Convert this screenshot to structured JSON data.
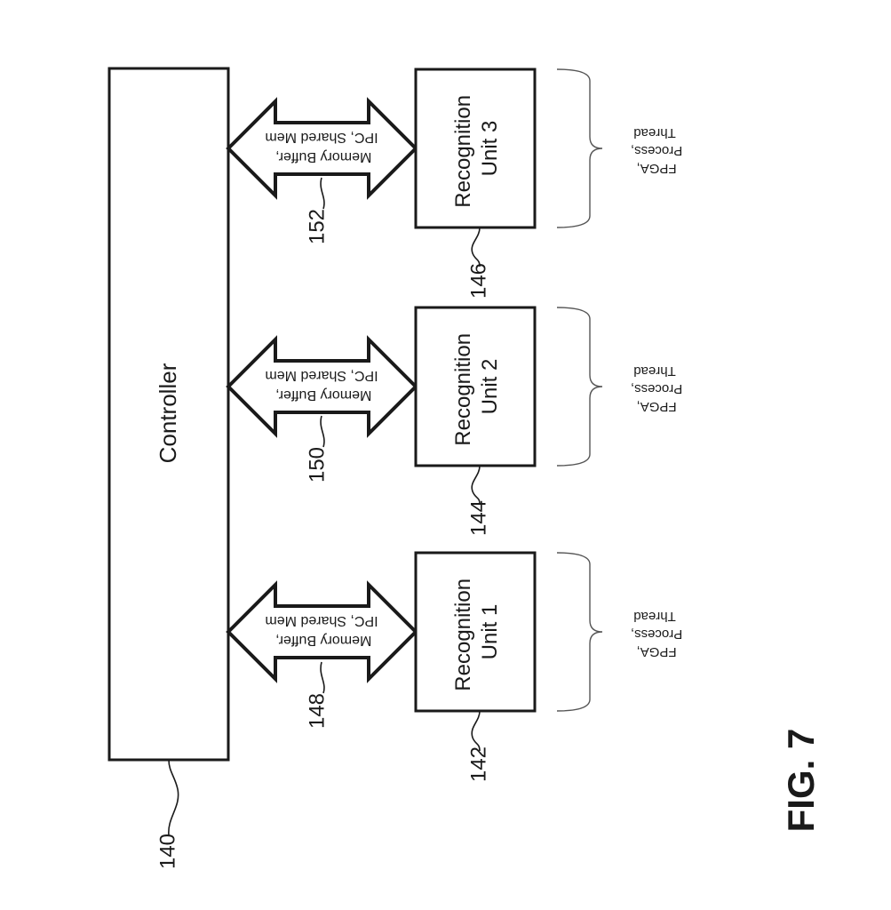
{
  "figure_label": "FIG. 7",
  "controller": {
    "label": "Controller",
    "ref": "140"
  },
  "channels": [
    {
      "line1": "Memory Buffer,",
      "line2": "IPC, Shared Mem",
      "ref": "148"
    },
    {
      "line1": "Memory Buffer,",
      "line2": "IPC, Shared Mem",
      "ref": "150"
    },
    {
      "line1": "Memory Buffer,",
      "line2": "IPC, Shared Mem",
      "ref": "152"
    }
  ],
  "units": [
    {
      "line1": "Recognition",
      "line2": "Unit 1",
      "ref": "142"
    },
    {
      "line1": "Recognition",
      "line2": "Unit 2",
      "ref": "144"
    },
    {
      "line1": "Recognition",
      "line2": "Unit 3",
      "ref": "146"
    }
  ],
  "braces": [
    {
      "line1": "FPGA,",
      "line2": "Process,",
      "line3": "Thread"
    },
    {
      "line1": "FPGA,",
      "line2": "Process,",
      "line3": "Thread"
    },
    {
      "line1": "FPGA,",
      "line2": "Process,",
      "line3": "Thread"
    }
  ]
}
